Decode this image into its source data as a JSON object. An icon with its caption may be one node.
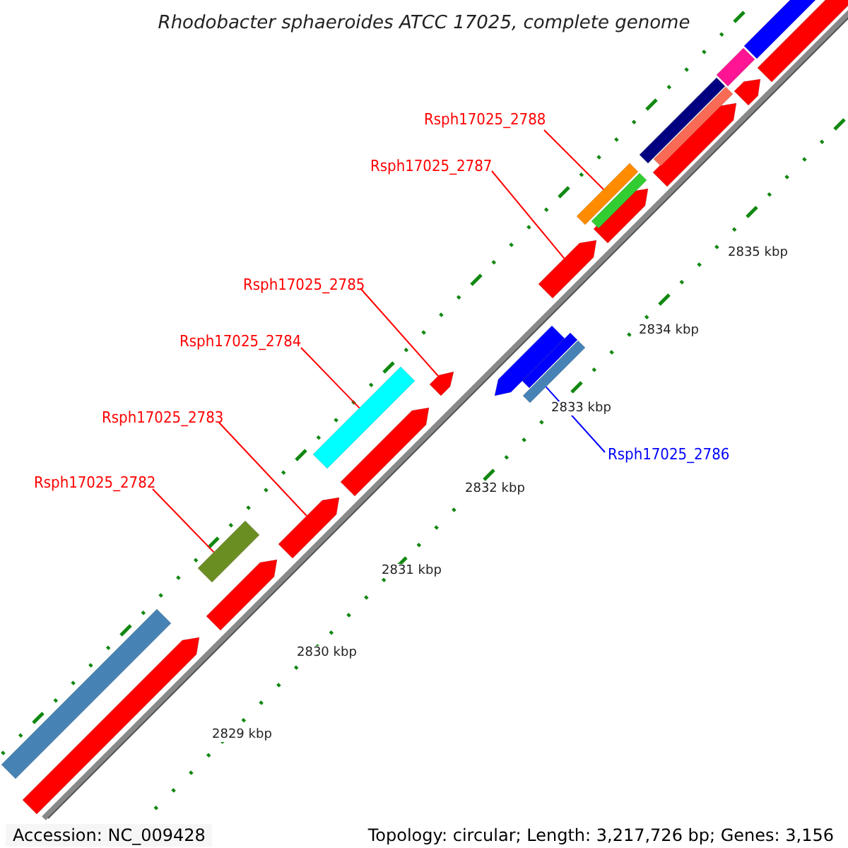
{
  "diagram": {
    "title": "Rhodobacter sphaeroides ATCC 17025, complete genome",
    "nodes": [
      {
        "text": [
          "Rsph17025_2788"
        ]
      },
      {
        "text": [],
        "shape": "bar"
      },
      {
        "text": [
          "Rsph17025_2787"
        ]
      },
      {
        "text": [],
        "shape": "arrow"
      },
      {
        "text": [
          "Rsph17025_2785"
        ]
      },
      {
        "text": [],
        "shape": "arrow"
      },
      {
        "text": [
          "Rsph17025_2784"
        ]
      },
      {
        "text": [],
        "shape": "bar"
      },
      {
        "text": [
          "Rsph17025_2783"
        ]
      },
      {
        "text": [],
        "shape": "arrow"
      },
      {
        "text": [
          "Rsph17025_2782"
        ]
      },
      {
        "text": [],
        "shape": "bar"
      },
      {
        "text": [
          "Rsph17025_2786"
        ]
      },
      {
        "text": [],
        "shape": "bar"
      },
      {
        "text": [],
        "shape": "arrow"
      },
      {
        "text": [],
        "shape": "bar"
      },
      {
        "text": [],
        "shape": "arrow"
      },
      {
        "text": [],
        "shape": "bar"
      },
      {
        "text": [],
        "shape": "arrow"
      },
      {
        "text": [],
        "shape": "arrow"
      },
      {
        "text": [],
        "shape": "bar"
      },
      {
        "text": [],
        "shape": "bar"
      },
      {
        "text": [],
        "shape": "arrow"
      },
      {
        "text": [],
        "shape": "bar"
      },
      {
        "text": [],
        "shape": "bar"
      },
      {
        "text": [],
        "shape": "arrow"
      },
      {
        "text": [],
        "shape": "bar"
      },
      {
        "text": [],
        "shape": "arrow"
      },
      {
        "text": [],
        "shape": "arrow"
      }
    ],
    "edges": [
      {
        "from": 0,
        "to": 1,
        "arrow": "none"
      },
      {
        "from": 2,
        "to": 3,
        "arrow": "none"
      },
      {
        "from": 4,
        "to": 5,
        "arrow": "none"
      },
      {
        "from": 6,
        "to": 7,
        "arrow": "none"
      },
      {
        "from": 8,
        "to": 9,
        "arrow": "none"
      },
      {
        "from": 10,
        "to": 11,
        "arrow": "none"
      },
      {
        "from": 12,
        "to": 13,
        "arrow": "none",
        "color": "#0000ff"
      }
    ],
    "labels": [
      "2835 kbp",
      "2834 kbp",
      "2833 kbp",
      "2832 kbp",
      "2831 kbp",
      "2830 kbp",
      "2829 kbp",
      "Accession: NC_009428",
      "Topology: circular; Length: 3,217,726 bp; Genes: 3,156"
    ]
  }
}
